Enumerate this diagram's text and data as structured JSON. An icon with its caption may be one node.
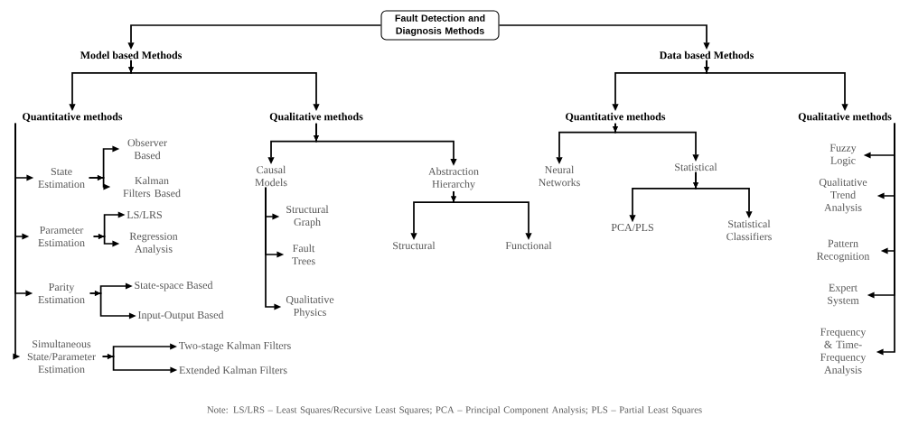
{
  "diagram": {
    "nodes": [
      {
        "text": [
          "Fault Detection and Diagnosis Methods"
        ]
      },
      {
        "text": [
          "Model based Methods"
        ]
      },
      {
        "text": [
          "Data based Methods"
        ]
      },
      {
        "text": [
          "Quantitative methods"
        ]
      },
      {
        "text": [
          "Qualitative methods"
        ]
      },
      {
        "text": [
          "State Estimation"
        ]
      },
      {
        "text": [
          "Observer Based"
        ]
      },
      {
        "text": [
          "Kalman Filters Based"
        ]
      },
      {
        "text": [
          "Parameter Estimation"
        ]
      },
      {
        "text": [
          "LS/LRS"
        ]
      },
      {
        "text": [
          "Regression Analysis"
        ]
      },
      {
        "text": [
          "Parity Estimation"
        ]
      },
      {
        "text": [
          "State-space Based"
        ]
      },
      {
        "text": [
          "Input-Output Based"
        ]
      },
      {
        "text": [
          "Simultaneous State/Parameter Estimation"
        ]
      },
      {
        "text": [
          "Two-stage Kalman Filters"
        ]
      },
      {
        "text": [
          "Extended Kalman Filters"
        ]
      },
      {
        "text": [
          "Causal Models"
        ]
      },
      {
        "text": [
          "Abstraction Hierarchy"
        ]
      },
      {
        "text": [
          "Structural Graph"
        ]
      },
      {
        "text": [
          "Fault Trees"
        ]
      },
      {
        "text": [
          "Qualitative Physics"
        ]
      },
      {
        "text": [
          "Structural"
        ]
      },
      {
        "text": [
          "Functional"
        ]
      },
      {
        "text": [
          "Quantitative methods"
        ]
      },
      {
        "text": [
          "Qualitative methods"
        ]
      },
      {
        "text": [
          "Neural Networks"
        ]
      },
      {
        "text": [
          "Statistical"
        ]
      },
      {
        "text": [
          "PCA/PLS"
        ]
      },
      {
        "text": [
          "Statistical Classifiers"
        ]
      },
      {
        "text": [
          "Fuzzy Logic"
        ]
      },
      {
        "text": [
          "Qualitative Trend Analysis"
        ]
      },
      {
        "text": [
          "Pattern Recognition"
        ]
      },
      {
        "text": [
          "Expert System"
        ]
      },
      {
        "text": [
          "Frequency & Time-Frequency Analysis"
        ]
      }
    ],
    "edges": [
      {
        "from": 0,
        "to": 1,
        "arrow": "to"
      },
      {
        "from": 0,
        "to": 2,
        "arrow": "to"
      },
      {
        "from": 1,
        "to": 3,
        "arrow": "to"
      },
      {
        "from": 1,
        "to": 4,
        "arrow": "to"
      },
      {
        "from": 3,
        "to": 5,
        "arrow": "to"
      },
      {
        "from": 3,
        "to": 8,
        "arrow": "to"
      },
      {
        "from": 3,
        "to": 11,
        "arrow": "to"
      },
      {
        "from": 3,
        "to": 14,
        "arrow": "to"
      },
      {
        "from": 5,
        "to": 6,
        "arrow": "to"
      },
      {
        "from": 5,
        "to": 7,
        "arrow": "to"
      },
      {
        "from": 8,
        "to": 9,
        "arrow": "to"
      },
      {
        "from": 8,
        "to": 10,
        "arrow": "to"
      },
      {
        "from": 11,
        "to": 12,
        "arrow": "to"
      },
      {
        "from": 11,
        "to": 13,
        "arrow": "to"
      },
      {
        "from": 14,
        "to": 15,
        "arrow": "to"
      },
      {
        "from": 14,
        "to": 16,
        "arrow": "to"
      },
      {
        "from": 4,
        "to": 17,
        "arrow": "to"
      },
      {
        "from": 4,
        "to": 18,
        "arrow": "to"
      },
      {
        "from": 17,
        "to": 19,
        "arrow": "to"
      },
      {
        "from": 17,
        "to": 20,
        "arrow": "to"
      },
      {
        "from": 17,
        "to": 21,
        "arrow": "to"
      },
      {
        "from": 18,
        "to": 22,
        "arrow": "to"
      },
      {
        "from": 18,
        "to": 23,
        "arrow": "to"
      },
      {
        "from": 2,
        "to": 24,
        "arrow": "to"
      },
      {
        "from": 2,
        "to": 25,
        "arrow": "to"
      },
      {
        "from": 24,
        "to": 26,
        "arrow": "to"
      },
      {
        "from": 24,
        "to": 27,
        "arrow": "to"
      },
      {
        "from": 27,
        "to": 28,
        "arrow": "to"
      },
      {
        "from": 27,
        "to": 29,
        "arrow": "to"
      },
      {
        "from": 25,
        "to": 30,
        "arrow": "to"
      },
      {
        "from": 25,
        "to": 31,
        "arrow": "to"
      },
      {
        "from": 25,
        "to": 32,
        "arrow": "to"
      },
      {
        "from": 25,
        "to": 33,
        "arrow": "to"
      },
      {
        "from": 25,
        "to": 34,
        "arrow": "to"
      }
    ],
    "labels": [
      "Note: LS/LRS – Least Squares/Recursive Least Squares; PCA – Principal Component Analysis; PLS – Partial Least Squares"
    ]
  }
}
